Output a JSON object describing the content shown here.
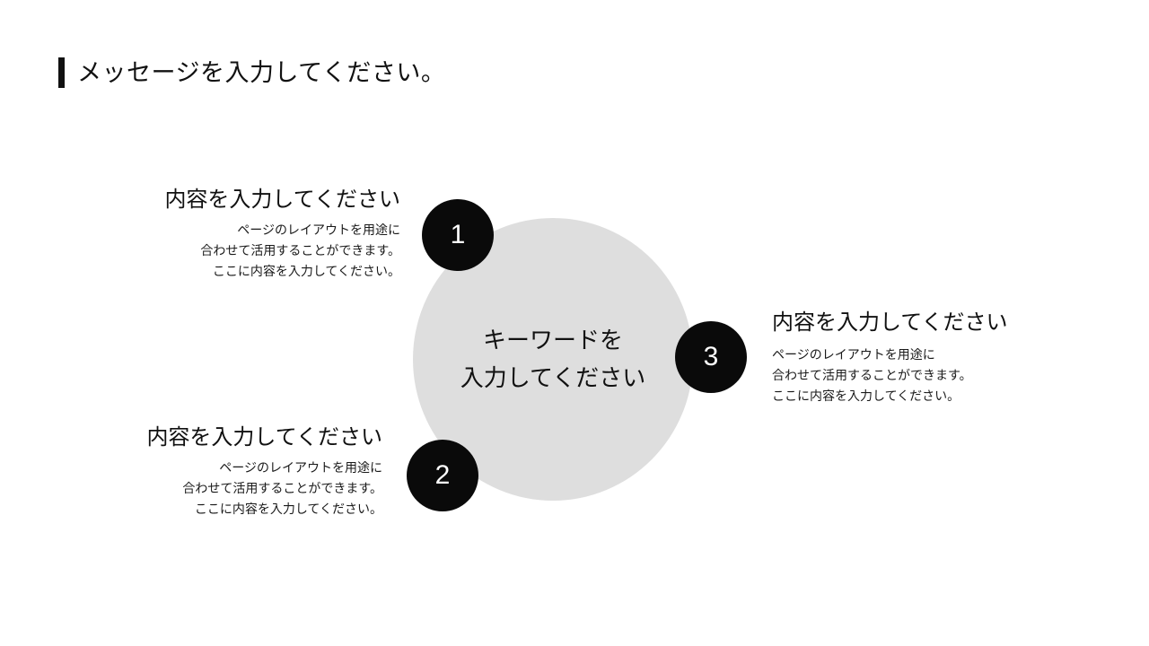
{
  "slide": {
    "background_color": "#ffffff",
    "title": "メッセージを入力してください。",
    "accent_color": "#111111"
  },
  "center": {
    "shape": "circle",
    "fill_color": "#dedede",
    "label": "キーワードを\n入力してください"
  },
  "blocks": [
    {
      "badge": "1",
      "badge_color": "#0a0a0a",
      "heading": "内容を入力してください",
      "body": "ページのレイアウトを用途に\n合わせて活用することができます。\nここに内容を入力してください。",
      "align": "right"
    },
    {
      "badge": "2",
      "badge_color": "#0a0a0a",
      "heading": "内容を入力してください",
      "body": "ページのレイアウトを用途に\n合わせて活用することができます。\nここに内容を入力してください。",
      "align": "right"
    },
    {
      "badge": "3",
      "badge_color": "#0a0a0a",
      "heading": "内容を入力してください",
      "body": "ページのレイアウトを用途に\n合わせて活用することができます。\nここに内容を入力してください。",
      "align": "left"
    }
  ]
}
